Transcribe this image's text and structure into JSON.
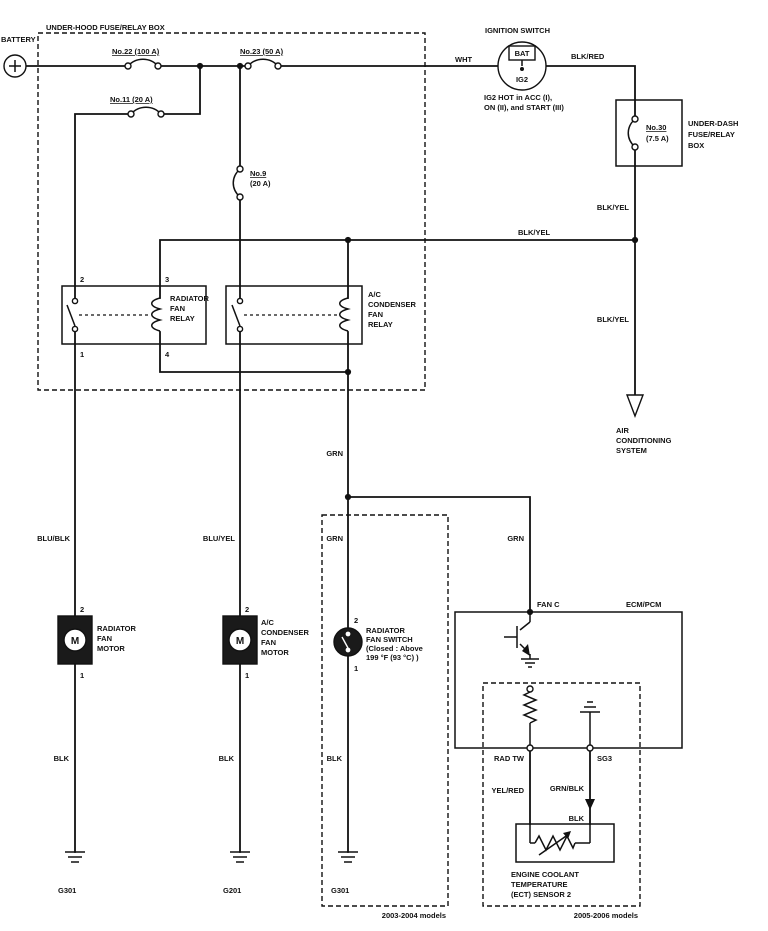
{
  "diagram": {
    "battery": {
      "label": "BATTERY"
    },
    "underhood_label": "UNDER-HOOD FUSE/RELAY BOX",
    "fuses": {
      "f22": "No.22 (100 A)",
      "f23": "No.23 (50 A)",
      "f11": "No.11 (20 A)",
      "f9": [
        "No.9",
        "(20 A)"
      ],
      "f30": [
        "No.30",
        "(7.5 A)"
      ]
    },
    "ignition": {
      "title": "IGNITION SWITCH",
      "bat": "BAT",
      "ig2": "IG2",
      "note": [
        "IG2 HOT in ACC (I),",
        "ON (II), and START (III)"
      ]
    },
    "underdash": [
      "UNDER-DASH",
      "FUSE/RELAY",
      "BOX"
    ],
    "wires": {
      "wht": "WHT",
      "blk_red": "BLK/RED",
      "blk_yel_top": "BLK/YEL",
      "blk_yel_mid": "BLK/YEL",
      "blk_yel_low": "BLK/YEL",
      "blu_blk": "BLU/BLK",
      "blu_yel": "BLU/YEL",
      "grn_a": "GRN",
      "grn_b": "GRN",
      "grn_c": "GRN",
      "yel_red": "YEL/RED",
      "grn_blk": "GRN/BLK",
      "blk_a": "BLK",
      "blk_b": "BLK",
      "blk_c": "BLK",
      "blk_d": "BLK"
    },
    "relays": {
      "radiator": {
        "lines": [
          "RADIATOR",
          "FAN",
          "RELAY"
        ],
        "pin2": "2",
        "pin3": "3",
        "pin1": "1",
        "pin4": "4"
      },
      "ac": {
        "lines": [
          "A/C",
          "CONDENSER",
          "FAN",
          "RELAY"
        ]
      }
    },
    "ac_system": [
      "AIR",
      "CONDITIONING",
      "SYSTEM"
    ],
    "motors": {
      "radiator": {
        "m": "M",
        "pin_top": "2",
        "pin_bottom": "1",
        "lines": [
          "RADIATOR",
          "FAN",
          "MOTOR"
        ]
      },
      "ac": {
        "m": "M",
        "pin_top": "2",
        "pin_bottom": "1",
        "lines": [
          "A/C",
          "CONDENSER",
          "FAN",
          "MOTOR"
        ]
      }
    },
    "fan_switch": {
      "pin_top": "2",
      "pin_bottom": "1",
      "lines": [
        "RADIATOR",
        "FAN SWITCH",
        "(Closed : Above",
        "199 °F (93 °C) )"
      ]
    },
    "ecm": {
      "title": "ECM/PCM",
      "fan_c": "FAN C",
      "rad_tw": "RAD TW",
      "sg3": "SG3"
    },
    "ect_sensor": [
      "ENGINE COOLANT",
      "TEMPERATURE",
      "(ECT) SENSOR 2"
    ],
    "grounds": {
      "g1": "G301",
      "g2": "G201",
      "g3": "G301"
    },
    "notes": {
      "m0304": "2003-2004 models",
      "m0506": "2005-2006 models"
    }
  }
}
